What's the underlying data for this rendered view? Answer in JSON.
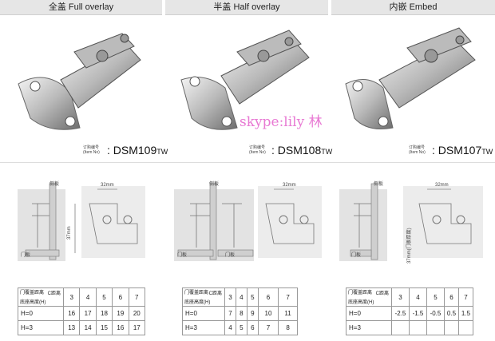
{
  "headers": [
    {
      "label": "全盖 Full overlay"
    },
    {
      "label": "半盖 Half overlay"
    },
    {
      "label": "内嵌 Embed"
    }
  ],
  "products": [
    {
      "caption_cn": "订购编号",
      "caption_en": "(Item No)",
      "model": "DSM109",
      "suffix": "TW"
    },
    {
      "caption_cn": "订购编号",
      "caption_en": "(Item No)",
      "model": "DSM108",
      "suffix": "TW"
    },
    {
      "caption_cn": "订购编号",
      "caption_en": "(Item No)",
      "model": "DSM107",
      "suffix": "TW"
    }
  ],
  "watermark": "skype:lily 林",
  "diagram_labels": {
    "side_panel": "侧板",
    "door": "门板",
    "dim_32": "32mm",
    "dim_37": "37mm",
    "dim_37_embed": "37mm(门板厚度)"
  },
  "tables": [
    {
      "head_c": "C距离",
      "head_b": "门覆盖距离",
      "head_h": "底座高度(H)",
      "columns": [
        "3",
        "4",
        "5",
        "6",
        "7"
      ],
      "rows": [
        {
          "label": "H=0",
          "values": [
            "16",
            "17",
            "18",
            "19",
            "20"
          ]
        },
        {
          "label": "H=3",
          "values": [
            "13",
            "14",
            "15",
            "16",
            "17"
          ]
        }
      ]
    },
    {
      "head_c": "C距离",
      "head_b": "门覆盖距离",
      "head_h": "底座高度(H)",
      "columns": [
        "3",
        "4",
        "5",
        "6",
        "7"
      ],
      "rows": [
        {
          "label": "H=0",
          "values": [
            "7",
            "8",
            "9",
            "10",
            "11"
          ]
        },
        {
          "label": "H=3",
          "values": [
            "4",
            "5",
            "6",
            "7",
            "8"
          ]
        }
      ]
    },
    {
      "head_c": "C距离",
      "head_b": "门覆盖距离",
      "head_h": "底座高度(H)",
      "columns": [
        "3",
        "4",
        "5",
        "6",
        "7"
      ],
      "rows": [
        {
          "label": "H=0",
          "values": [
            "-2.5",
            "-1.5",
            "-0.5",
            "0.5",
            "1.5"
          ]
        },
        {
          "label": "H=3",
          "values": [
            "",
            "",
            "",
            "",
            ""
          ]
        }
      ]
    }
  ]
}
